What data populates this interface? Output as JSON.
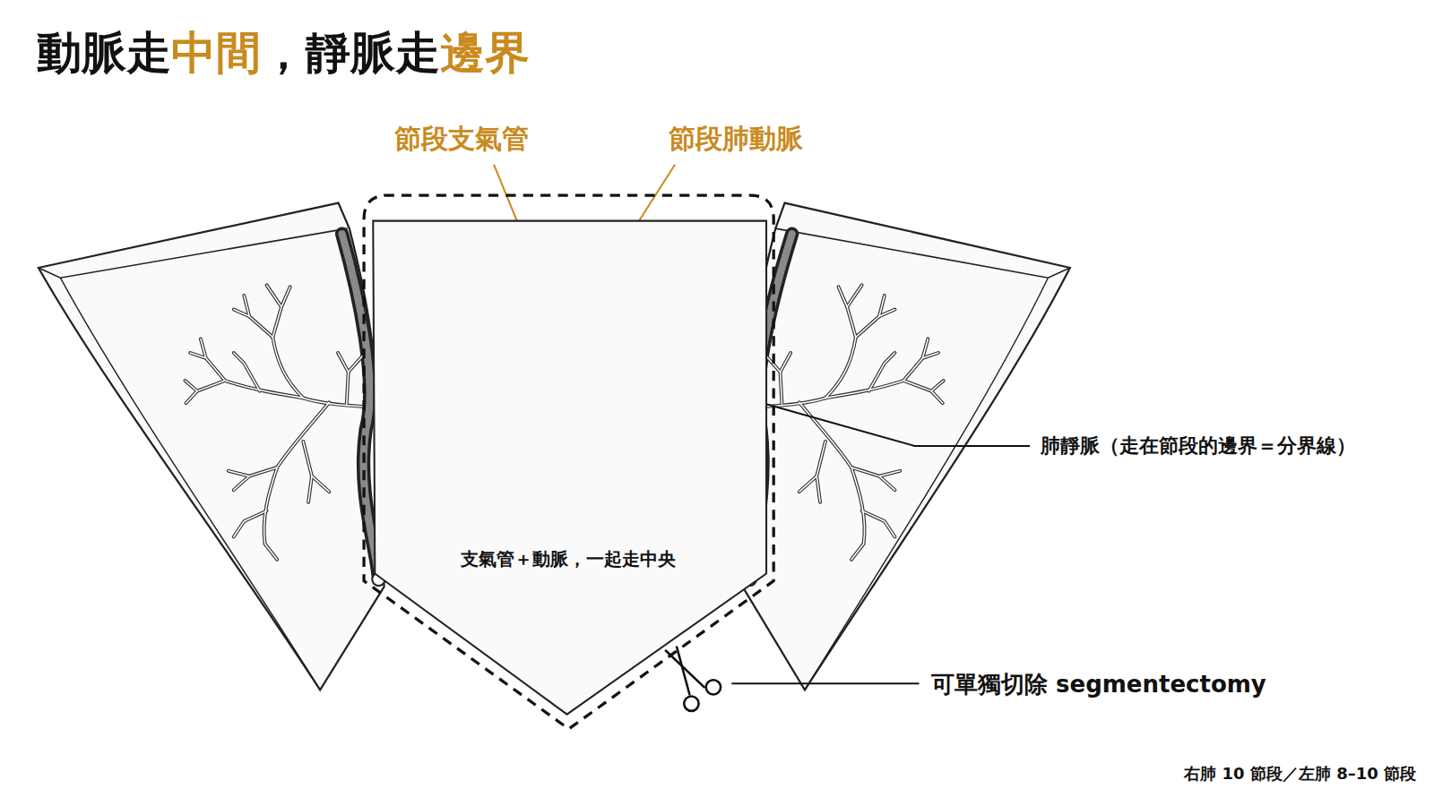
{
  "diagram": {
    "title": "動脈走中間，靜脈走邊界",
    "nodes": [
      {
        "text": [
          "支氣管＋動脈，一起走中央"
        ]
      }
    ],
    "labels": [
      "節段支氣管",
      "節段肺動脈",
      "肺靜脈（走在節段的邊界＝分界線）",
      "可單獨切除 segmentectomy",
      "右肺 10 節段／左肺 8–10 節段"
    ]
  }
}
